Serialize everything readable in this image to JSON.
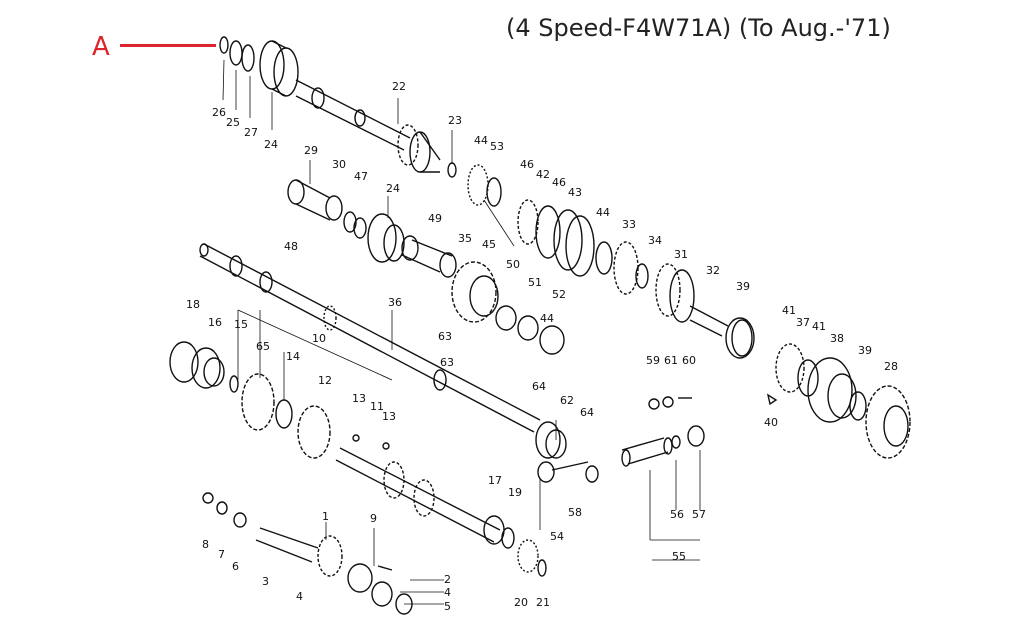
{
  "title": "(4 Speed-F4W71A) (To Aug.-'71)",
  "callout": {
    "letter": "A",
    "color": "#d9252b"
  },
  "part_labels": [
    "1",
    "2",
    "3",
    "4",
    "4",
    "5",
    "6",
    "7",
    "8",
    "9",
    "10",
    "11",
    "12",
    "13",
    "13",
    "14",
    "15",
    "16",
    "17",
    "18",
    "19",
    "20",
    "21",
    "22",
    "23",
    "24",
    "24",
    "25",
    "26",
    "27",
    "28",
    "29",
    "30",
    "31",
    "32",
    "33",
    "34",
    "35",
    "36",
    "37",
    "38",
    "39",
    "39",
    "40",
    "41",
    "41",
    "42",
    "43",
    "44",
    "44",
    "44",
    "45",
    "46",
    "46",
    "47",
    "48",
    "49",
    "50",
    "51",
    "52",
    "53",
    "54",
    "55",
    "56",
    "57",
    "58",
    "59",
    "60",
    "61",
    "62",
    "63",
    "63",
    "64",
    "64",
    "65"
  ]
}
